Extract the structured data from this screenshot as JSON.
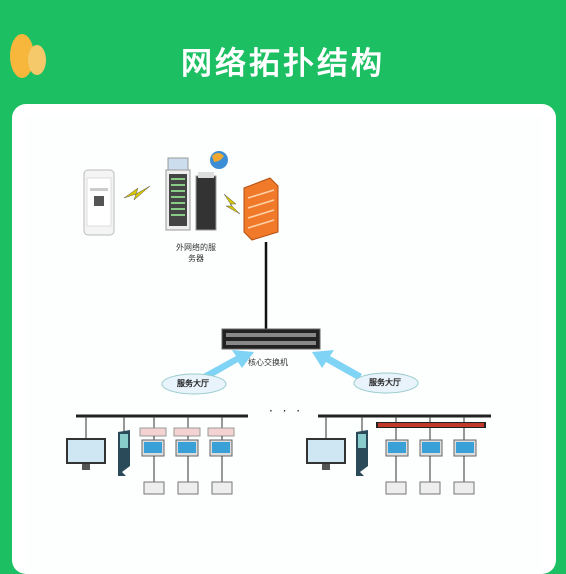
{
  "header": {
    "title": "网络拓扑结构"
  },
  "diagram": {
    "server_label_line1": "外网络的服",
    "server_label_line2": "务器",
    "switch_label": "核心交换机",
    "hall_left": "服务大厅",
    "hall_right": "服务大厅",
    "ellipsis": "· · ·"
  },
  "colors": {
    "background": "#1dbf63",
    "card": "#ffffff",
    "arrow": "#7fd3f4",
    "cloud": "#e8f3fb"
  },
  "icons": [
    "orange-logo-icon",
    "phone-icon",
    "server-rack-icon",
    "globe-icon",
    "firewall-icon",
    "switch-icon",
    "cloud-icon",
    "arrow-icon",
    "kiosk-icon",
    "monitor-icon",
    "printer-icon",
    "tv-screen-icon"
  ]
}
